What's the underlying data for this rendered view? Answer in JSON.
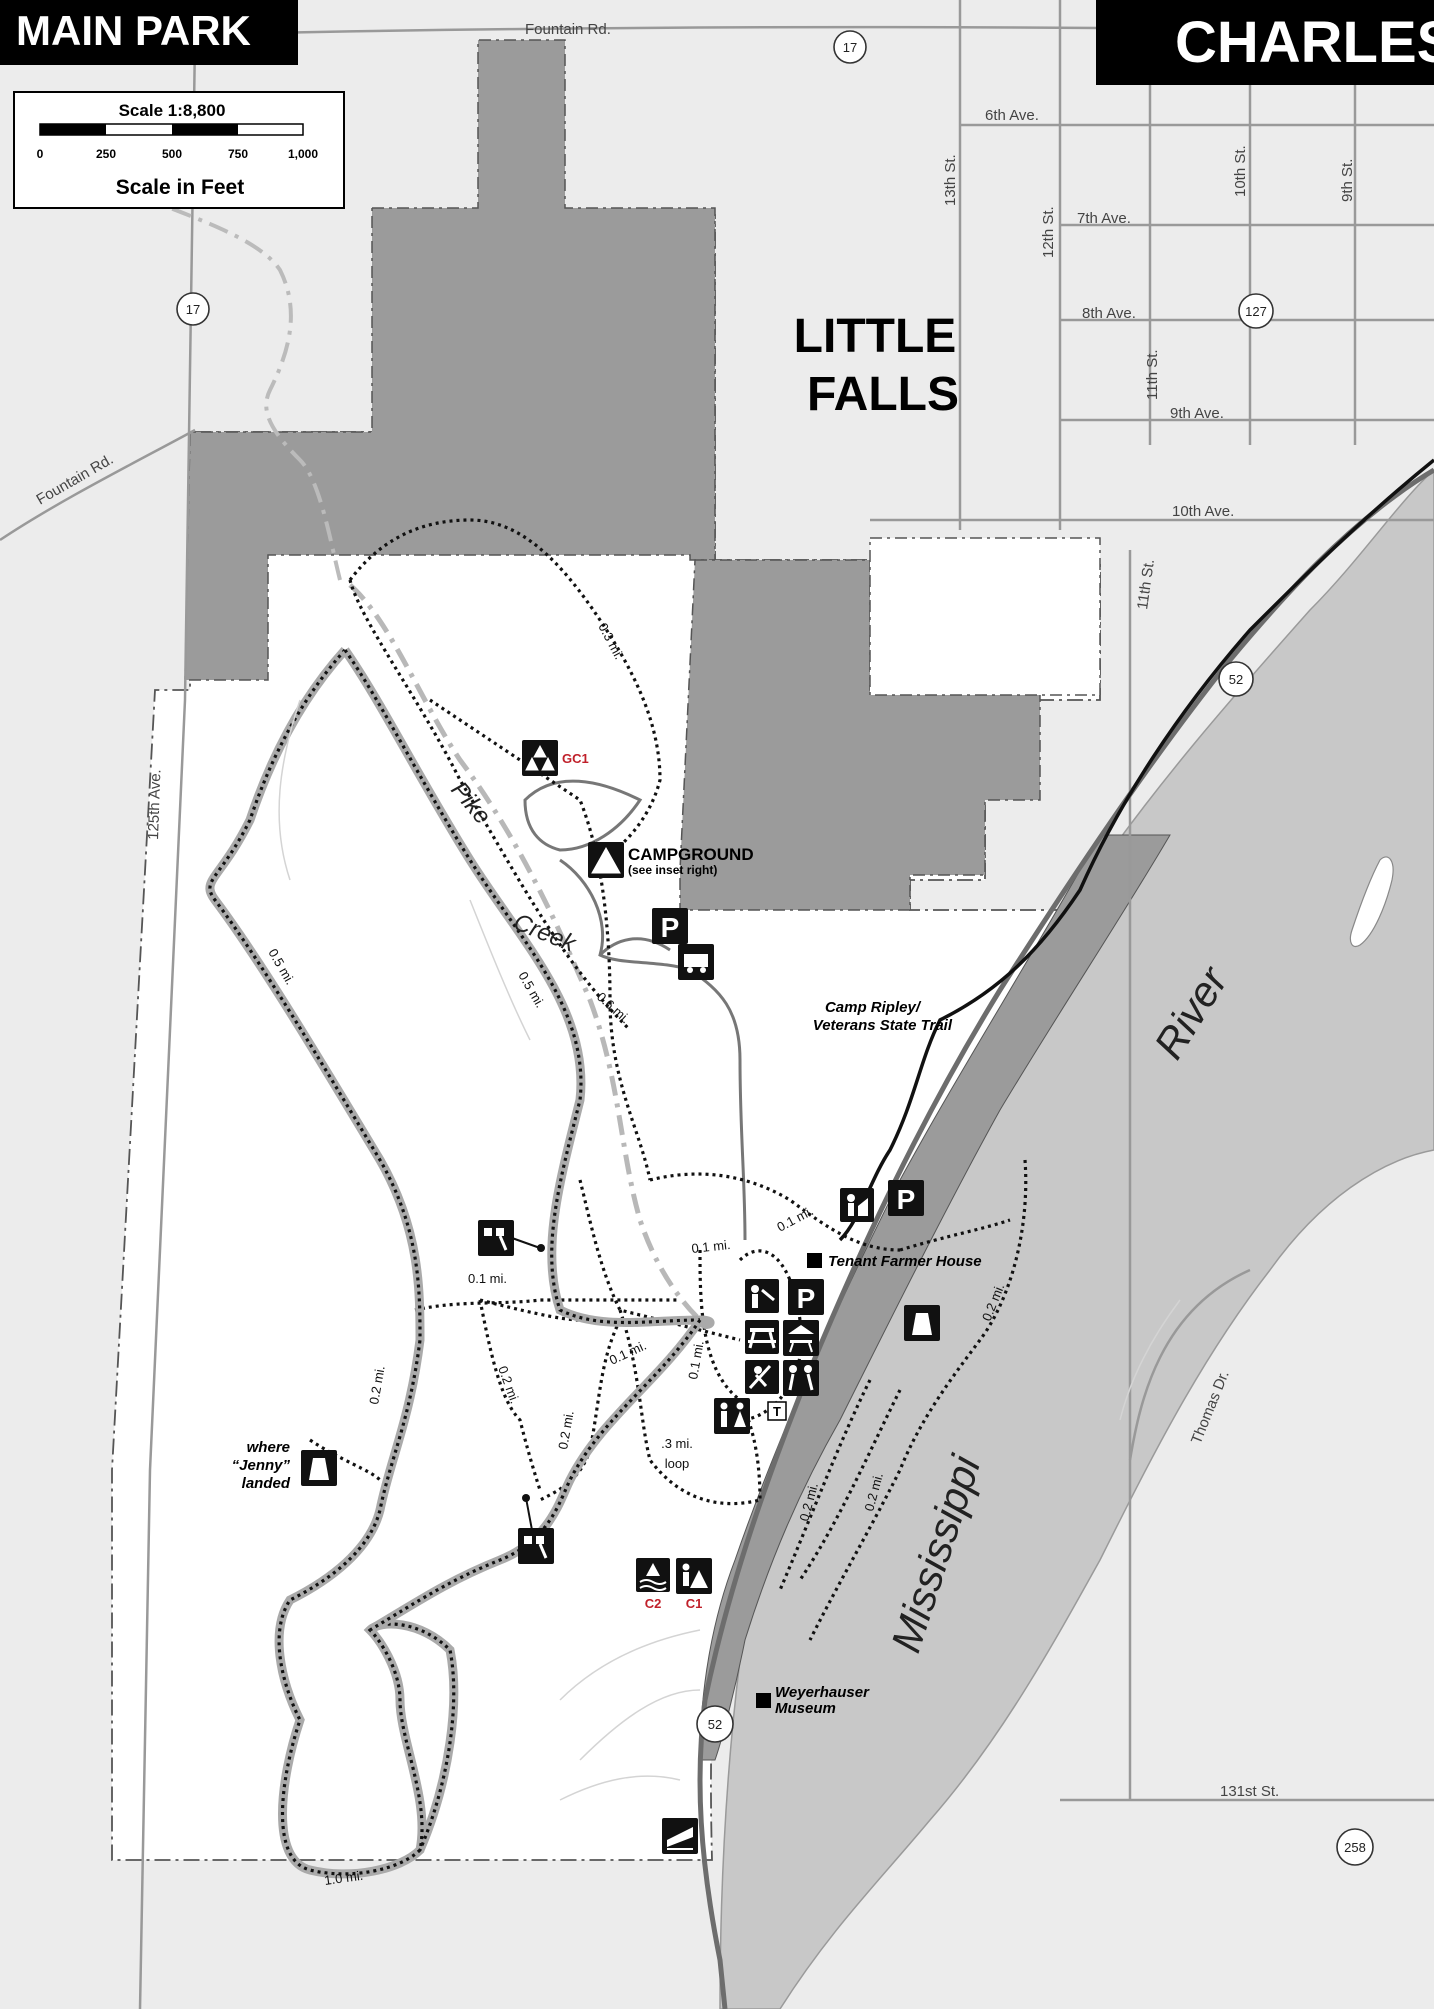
{
  "header_left": "MAIN PARK",
  "header_right": "CHARLES",
  "scale": {
    "title": "Scale 1:8,800",
    "ticks": [
      "0",
      "250",
      "500",
      "750",
      "1,000"
    ],
    "units": "Scale in Feet"
  },
  "town": {
    "line1": "LITTLE",
    "line2": "FALLS"
  },
  "streets": {
    "fountain_top": "Fountain Rd.",
    "fountain_left": "Fountain Rd.",
    "ave6": "6th Ave.",
    "ave7": "7th Ave.",
    "ave8": "8th Ave.",
    "ave9": "9th Ave.",
    "ave10": "10th Ave.",
    "st13": "13th St.",
    "st12": "12th St.",
    "st11a": "11th St.",
    "st11b": "11th St.",
    "st10": "10th St.",
    "st9": "9th St.",
    "ave125": "125th Ave.",
    "thomas": "Thomas Dr.",
    "st131": "131st St."
  },
  "highways": {
    "h17_top": "17",
    "h17_left": "17",
    "h127": "127",
    "h52_top": "52",
    "h52_bottom": "52",
    "h258": "258"
  },
  "water": {
    "creek1": "Pike",
    "creek2": "Creek",
    "river1": "River",
    "river2": "Mississippi"
  },
  "trail_distances": {
    "d1": "0.3 mi.",
    "d2": "0.5 mi.",
    "d3": "0.5 mi.",
    "d4": "0.6 mi.",
    "d5": "0.1 mi.",
    "d6": "0.1 mi.",
    "d7": "0.1 mi.",
    "d8": "0.2 mi.",
    "d9": "0.2 mi.",
    "d10": "0.1 mi.",
    "d11": "0.1 mi.",
    "d12": "0.2 mi.",
    "d13": "0.2 mi.",
    "d14": "0.2 mi.",
    "d15": "0.2 mi.",
    "d16": "1.0 mi.",
    "loop1": ".3 mi.",
    "loop2": "loop"
  },
  "labels": {
    "gc1": "GC1",
    "campground": "CAMPGROUND",
    "campground_sub": "(see inset right)",
    "state_trail1": "Camp Ripley/",
    "state_trail2": "Veterans State Trail",
    "tenant": "Tenant Farmer House",
    "weyer1": "Weyerhauser",
    "weyer2": "Museum",
    "jenny1": "where",
    "jenny2": "“Jenny”",
    "jenny3": "landed",
    "c1": "C1",
    "c2": "C2",
    "t_marker": "T",
    "parking": "P"
  },
  "icons": [
    "group-camp-icon",
    "campground-icon",
    "parking-icon",
    "rv-icon",
    "historic-site-icon",
    "picnic-area-icon",
    "picnic-shelter-icon",
    "playground-icon",
    "interpretive-icon",
    "toilets-icon",
    "overlook-icon",
    "monument-icon",
    "boat-launch-icon",
    "canoe-camp-icon",
    "backpack-camp-icon"
  ],
  "colors": {
    "background": "#ececec",
    "park": "#ffffff",
    "private_parcel": "#9b9b9b",
    "river": "#c9c9c9",
    "trail": "#111111",
    "road": "#8a8a8a"
  }
}
